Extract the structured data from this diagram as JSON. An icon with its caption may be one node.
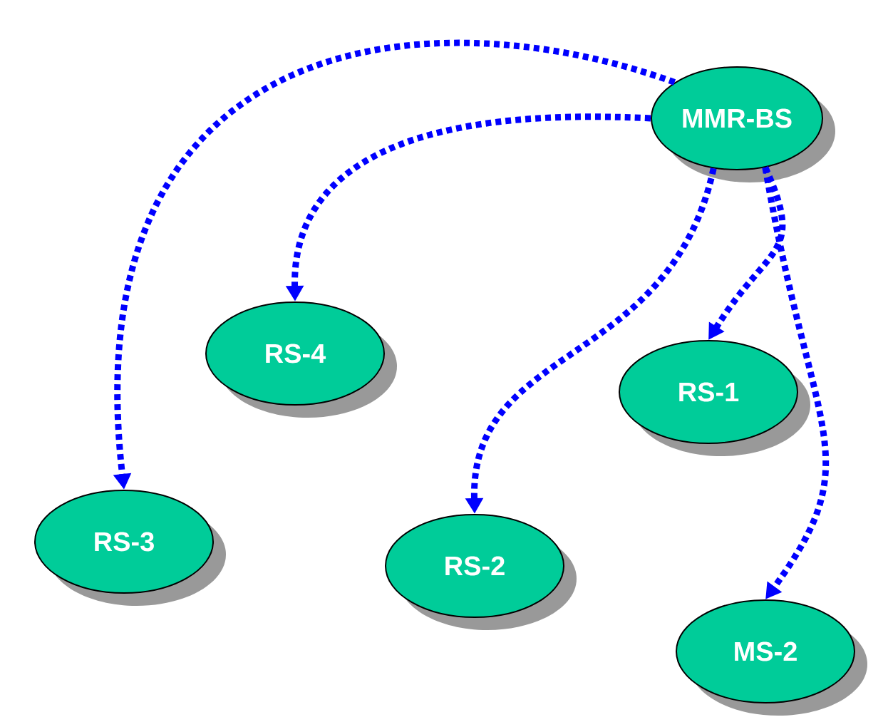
{
  "diagram": {
    "nodes": [
      {
        "text": [
          "MMR-BS"
        ]
      },
      {
        "text": [
          "RS-4"
        ]
      },
      {
        "text": [
          "RS-1"
        ]
      },
      {
        "text": [
          "RS-3"
        ]
      },
      {
        "text": [
          "RS-2"
        ]
      },
      {
        "text": [
          "MS-2"
        ]
      }
    ],
    "edges": [
      {
        "from": 0,
        "to": 3,
        "arrow": "to"
      },
      {
        "from": 0,
        "to": 1,
        "arrow": "to"
      },
      {
        "from": 0,
        "to": 4,
        "arrow": "to"
      },
      {
        "from": 0,
        "to": 2,
        "arrow": "to"
      },
      {
        "from": 0,
        "to": 5,
        "arrow": "to"
      }
    ]
  }
}
